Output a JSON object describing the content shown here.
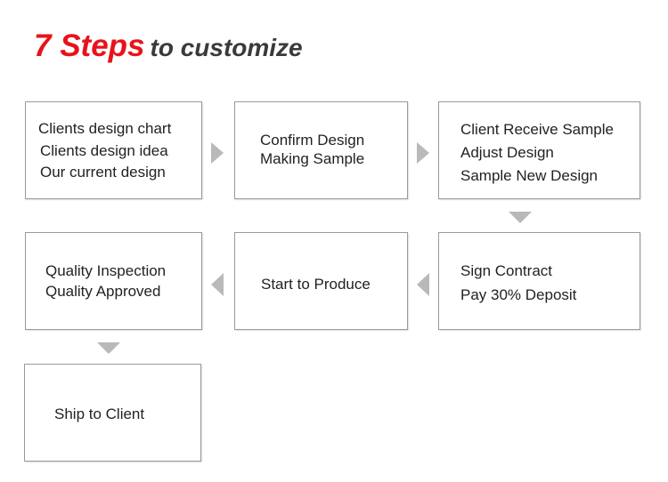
{
  "title": {
    "number_part": "7 Steps",
    "text_part": "to customize"
  },
  "colors": {
    "accent": "#e8121b",
    "title_text": "#3a3a3a",
    "box_border": "#9a9a9a",
    "arrow": "#b9b9b9"
  },
  "steps": [
    {
      "lines": [
        "Clients design chart",
        "Clients design idea",
        "Our current design"
      ]
    },
    {
      "lines": [
        "Confirm Design",
        "Making Sample"
      ]
    },
    {
      "lines": [
        "Client Receive Sample",
        "Adjust Design",
        "Sample New Design"
      ]
    },
    {
      "lines": [
        "Sign Contract",
        "Pay 30% Deposit"
      ]
    },
    {
      "lines": [
        "Start to Produce"
      ]
    },
    {
      "lines": [
        "Quality Inspection",
        "Quality Approved"
      ]
    },
    {
      "lines": [
        "Ship to Client"
      ]
    }
  ],
  "arrows": [
    {
      "from": 1,
      "to": 2,
      "direction": "right"
    },
    {
      "from": 2,
      "to": 3,
      "direction": "right"
    },
    {
      "from": 3,
      "to": 4,
      "direction": "down"
    },
    {
      "from": 4,
      "to": 5,
      "direction": "left"
    },
    {
      "from": 5,
      "to": 6,
      "direction": "left"
    },
    {
      "from": 6,
      "to": 7,
      "direction": "down"
    }
  ]
}
